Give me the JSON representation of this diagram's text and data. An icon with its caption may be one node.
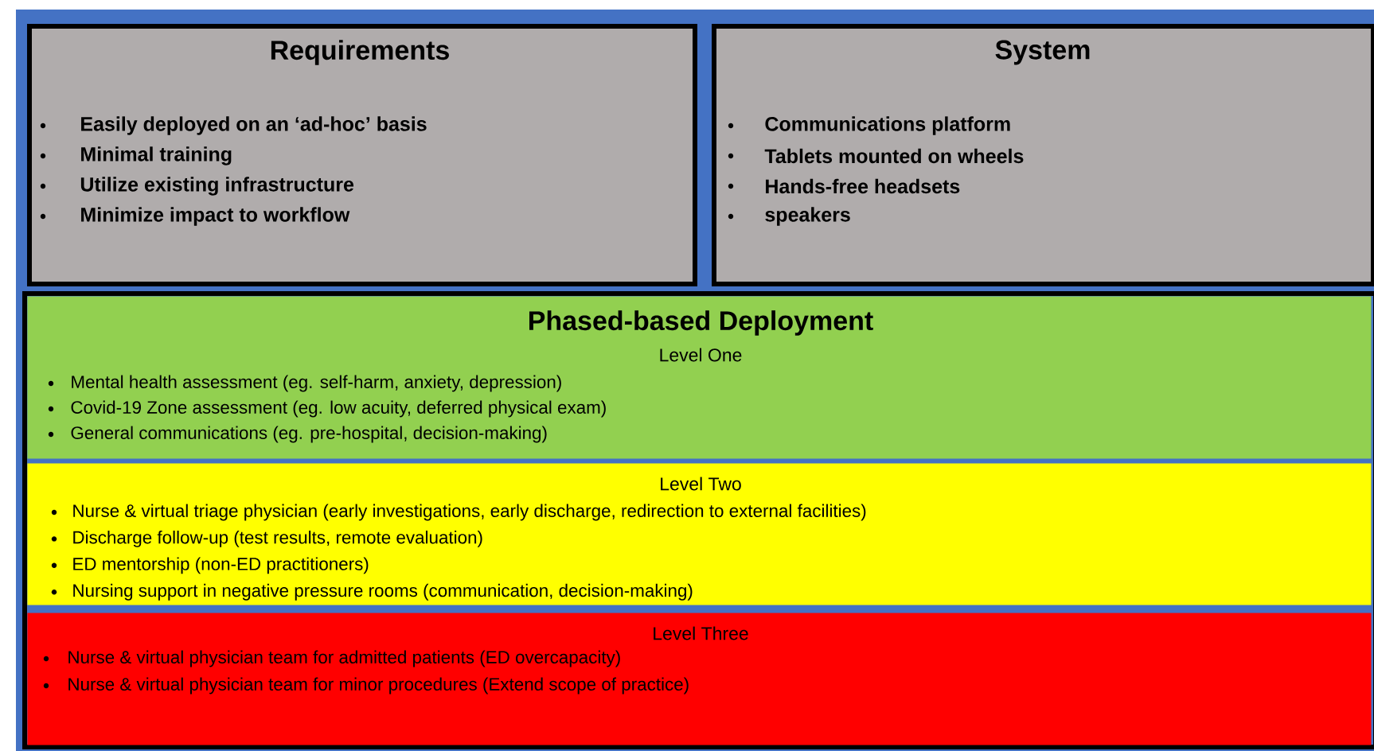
{
  "diagram": {
    "nodes": [
      {
        "text": [
          "Requirements",
          "Easily deployed on an ‘ad-hoc’ basis",
          "Minimal training",
          "Utilize existing infrastructure",
          "Minimize impact to workflow"
        ]
      },
      {
        "text": [
          "System",
          "Communications platform",
          "Tablets mounted on wheels",
          "Hands-free headsets",
          "speakers"
        ]
      },
      {
        "text": [
          "Phased-based Deployment",
          "Level One",
          "Mental health assessment (eg. self-harm, anxiety, depression)",
          "Covid-19 Zone assessment (eg. low acuity, deferred physical exam)",
          "General communications (eg. pre-hospital, decision-making)"
        ]
      },
      {
        "text": [
          "Level Two",
          "Nurse & virtual triage physician (early investigations, early discharge, redirection to external facilities)",
          "Discharge follow-up (test results, remote evaluation)",
          "ED mentorship (non-ED practitioners)",
          "Nursing support in negative pressure rooms (communication, decision-making)"
        ]
      },
      {
        "text": [
          "Level Three",
          "Nurse & virtual physician team for admitted patients (ED overcapacity)",
          "Nurse & virtual physician team for minor procedures (Extend scope of practice)"
        ]
      }
    ]
  }
}
